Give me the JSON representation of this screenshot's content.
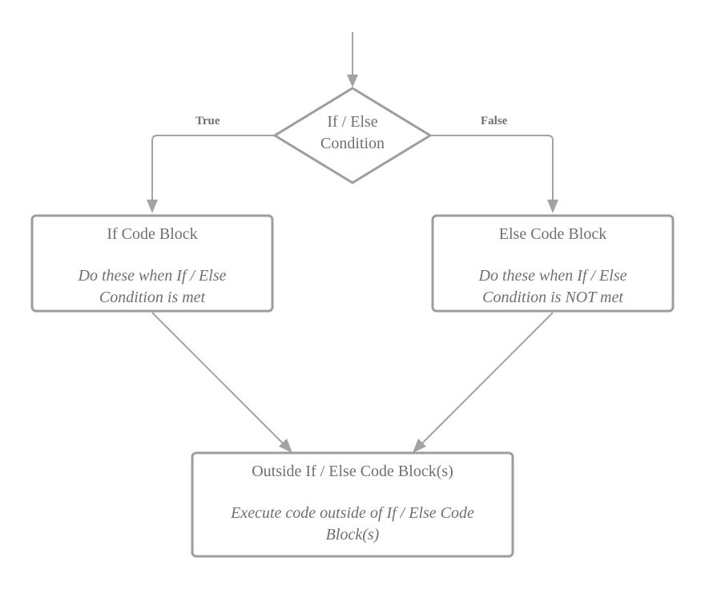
{
  "decision": {
    "line1": "If / Else",
    "line2": "Condition"
  },
  "branches": {
    "true_label": "True",
    "false_label": "False"
  },
  "if_block": {
    "title": "If Code Block",
    "desc_line1": "Do these when If / Else",
    "desc_line2": "Condition is met"
  },
  "else_block": {
    "title": "Else Code Block",
    "desc_line1": "Do these when If / Else",
    "desc_line2": "Condition is NOT met"
  },
  "outside_block": {
    "title": "Outside If / Else Code Block(s)",
    "desc_line1": "Execute code outside of If / Else Code",
    "desc_line2": "Block(s)"
  },
  "colors": {
    "stroke": "#9d9d9d",
    "connector": "#a3a3a3",
    "text": "#707070"
  }
}
